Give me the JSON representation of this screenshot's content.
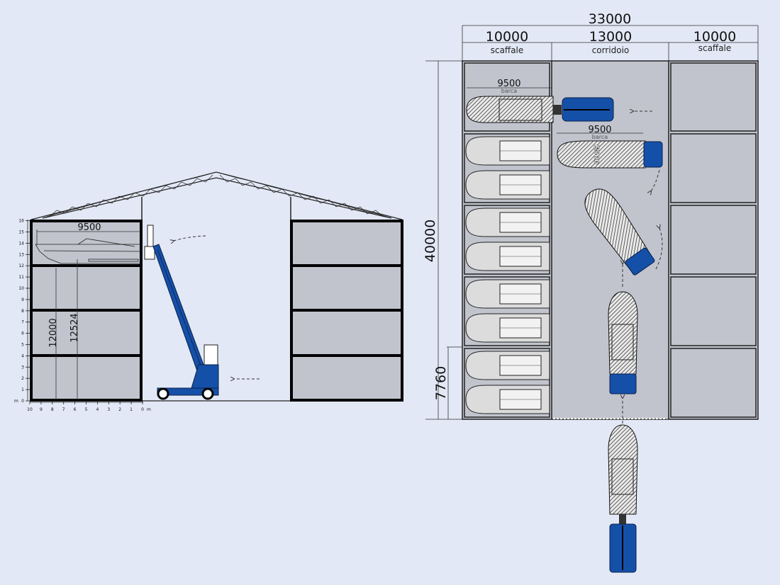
{
  "elevation": {
    "boat_length": "9500",
    "dim_a": "12000",
    "dim_b": "12524",
    "y_ticks": [
      "0",
      "1",
      "2",
      "3",
      "4",
      "5",
      "6",
      "7",
      "8",
      "9",
      "10",
      "11",
      "12",
      "13",
      "14",
      "15",
      "16"
    ],
    "x_ticks": [
      "10",
      "9",
      "8",
      "7",
      "6",
      "5",
      "4",
      "3",
      "2",
      "1",
      "0"
    ],
    "unit_y": "m",
    "unit_x": "m"
  },
  "plan": {
    "total_width": "33000",
    "sections": [
      {
        "width": "10000",
        "label": "scaffale"
      },
      {
        "width": "13000",
        "label": "corridoio"
      },
      {
        "width": "10000",
        "label": "scaffale"
      }
    ],
    "total_depth": "40000",
    "bay_depth": "7760",
    "boat1_length": "9500",
    "boat1_label": "barca",
    "boat2_length": "9500",
    "boat2_label": "barca",
    "machine_label": "E500"
  },
  "colors": {
    "background": "#e2e8f5",
    "rack": "#c1c4cd",
    "machine": "#1550a8"
  }
}
